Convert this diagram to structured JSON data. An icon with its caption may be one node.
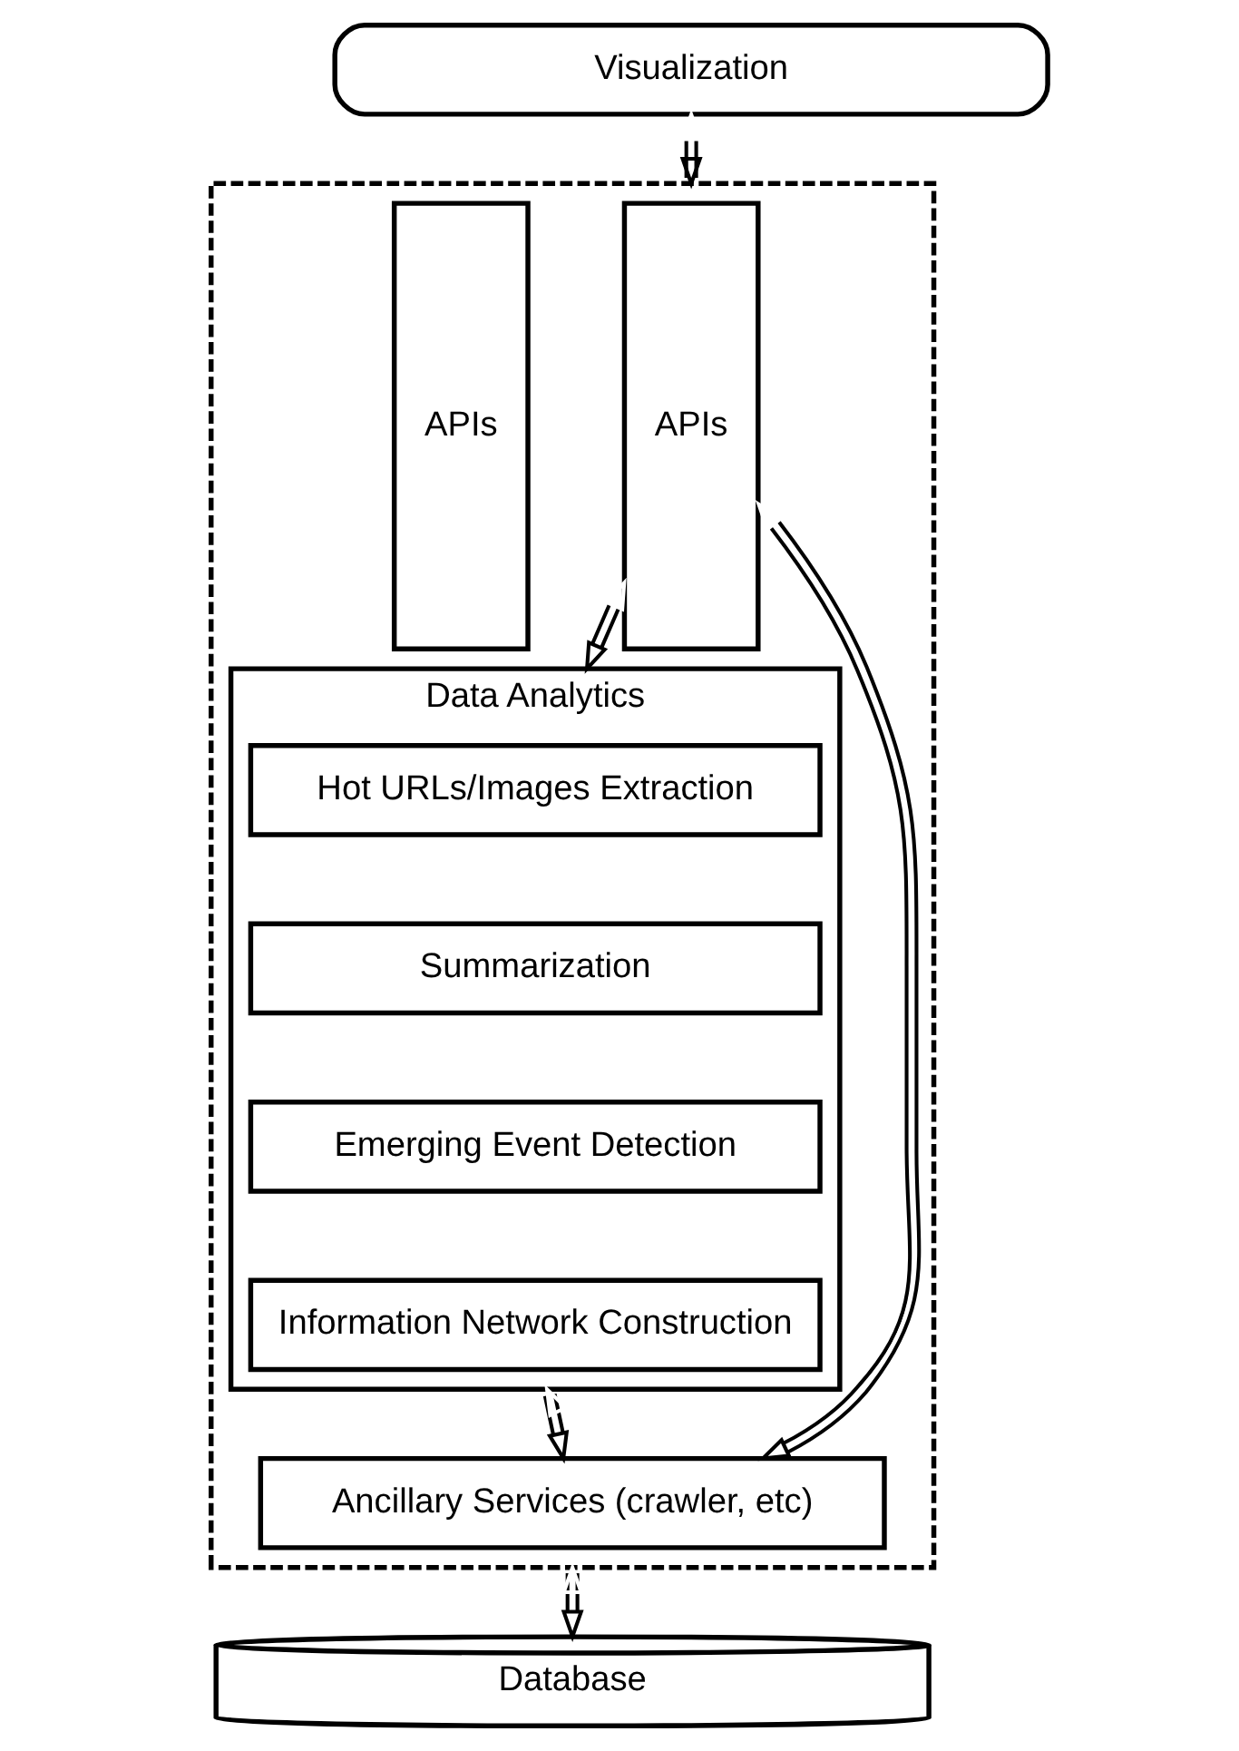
{
  "diagram": {
    "nodes": [
      {
        "text": [
          "Visualization"
        ]
      },
      {
        "text": [],
        "shape": "box"
      },
      {
        "text": [
          "APIs"
        ],
        "in": 1
      },
      {
        "text": [
          "APIs"
        ],
        "in": 1
      },
      {
        "text": [
          "Data Analytics"
        ],
        "in": 1
      },
      {
        "text": [
          "Hot URLs/Images Extraction"
        ],
        "in": 4
      },
      {
        "text": [
          "Summarization"
        ],
        "in": 4
      },
      {
        "text": [
          "Emerging Event Detection"
        ],
        "in": 4
      },
      {
        "text": [
          "Information Network Construction"
        ],
        "in": 4
      },
      {
        "text": [
          "Ancillary Services (crawler, etc)"
        ],
        "in": 1
      },
      {
        "text": [
          "Database"
        ]
      }
    ],
    "edges": [
      {
        "from": 0,
        "to": 1,
        "arrow": "both"
      },
      {
        "from": 2,
        "to": 4,
        "arrow": "both"
      },
      {
        "from": 4,
        "to": 9,
        "arrow": "both"
      },
      {
        "from": 2,
        "to": 9,
        "arrow": "both"
      },
      {
        "from": 1,
        "to": 10,
        "arrow": "both"
      }
    ]
  }
}
